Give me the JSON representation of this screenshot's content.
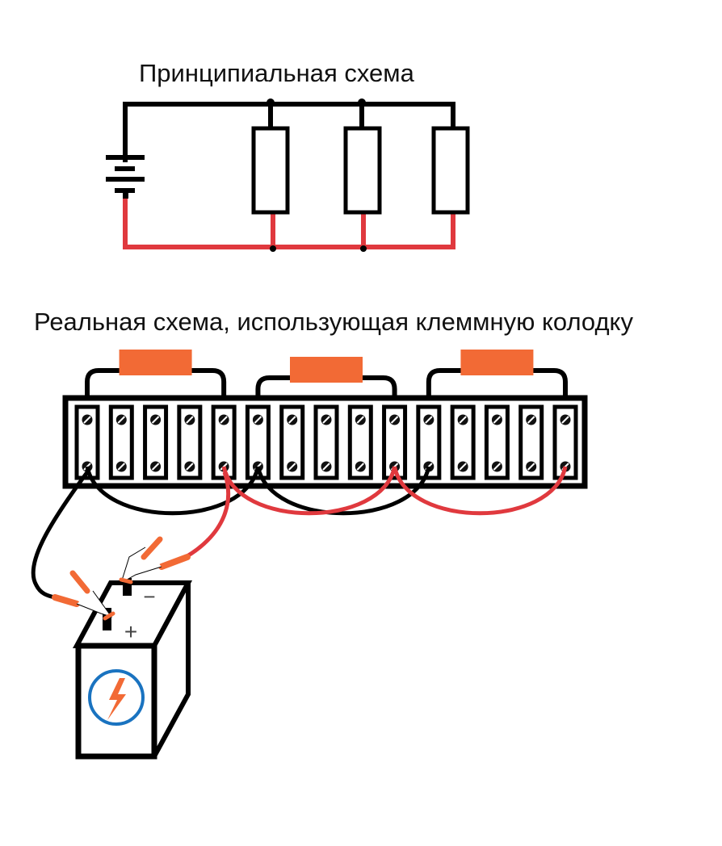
{
  "schematic": {
    "title": "Принципиальная схема",
    "resistor_count": 3,
    "battery_cells": 2
  },
  "real": {
    "title": "Реальная схема, использующая клеммную колодку",
    "terminal_count": 15,
    "resistors": [
      {
        "label": "resistor-1",
        "from_terminal": 1,
        "to_terminal": 5
      },
      {
        "label": "resistor-2",
        "from_terminal": 6,
        "to_terminal": 10
      },
      {
        "label": "resistor-3",
        "from_terminal": 11,
        "to_terminal": 15
      }
    ],
    "jumpers": [
      {
        "color": "black",
        "from_terminal": 1,
        "to_terminal": 6
      },
      {
        "color": "black",
        "from_terminal": 6,
        "to_terminal": 11
      },
      {
        "color": "red",
        "from_terminal": 5,
        "to_terminal": 10
      },
      {
        "color": "red",
        "from_terminal": 10,
        "to_terminal": 15
      }
    ],
    "battery": {
      "plus_label": "+",
      "minus_label": "−",
      "icon": "lightning-bolt-icon"
    }
  },
  "colors": {
    "wire_black": "#000000",
    "wire_red": "#e0393e",
    "resistor_orange": "#f26a35",
    "battery_icon_ring": "#1a73c0",
    "battery_icon_bolt": "#f26a35"
  }
}
